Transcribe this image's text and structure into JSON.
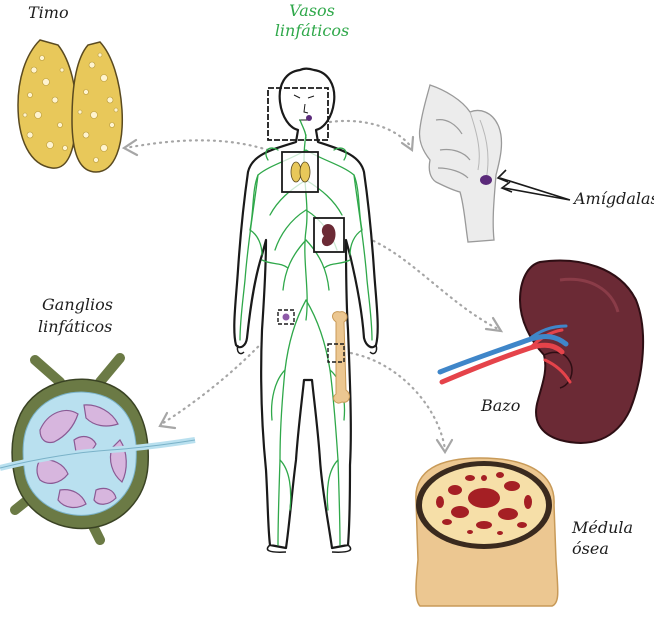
{
  "labels": {
    "vasos_line1": "Vasos",
    "vasos_line2": "linfáticos",
    "timo": "Timo",
    "ganglios_line1": "Ganglios",
    "ganglios_line2": "linfáticos",
    "amigdalas": "Amígdalas",
    "bazo": "Bazo",
    "medula_line1": "Médula",
    "medula_line2": "ósea"
  },
  "colors": {
    "lymph_vessels": "#2fa84a",
    "thymus": "#e8c85a",
    "spleen": "#6b2a35",
    "node_capsule": "#6b7a45",
    "node_sinus": "#b9e0ef",
    "node_follicle": "#d7b6de",
    "tonsil": "#5b2a7a",
    "bone": "#ecc791",
    "marrow": "#a51f24",
    "artery": "#e5434a",
    "vein": "#3f86c9",
    "arrow": "#a6a6a6"
  },
  "icons": [
    "human-body-silhouette",
    "thymus-illustration",
    "tonsil-head-illustration",
    "spleen-illustration",
    "lymph-node-illustration",
    "bone-marrow-illustration",
    "femur-bone-icon"
  ]
}
